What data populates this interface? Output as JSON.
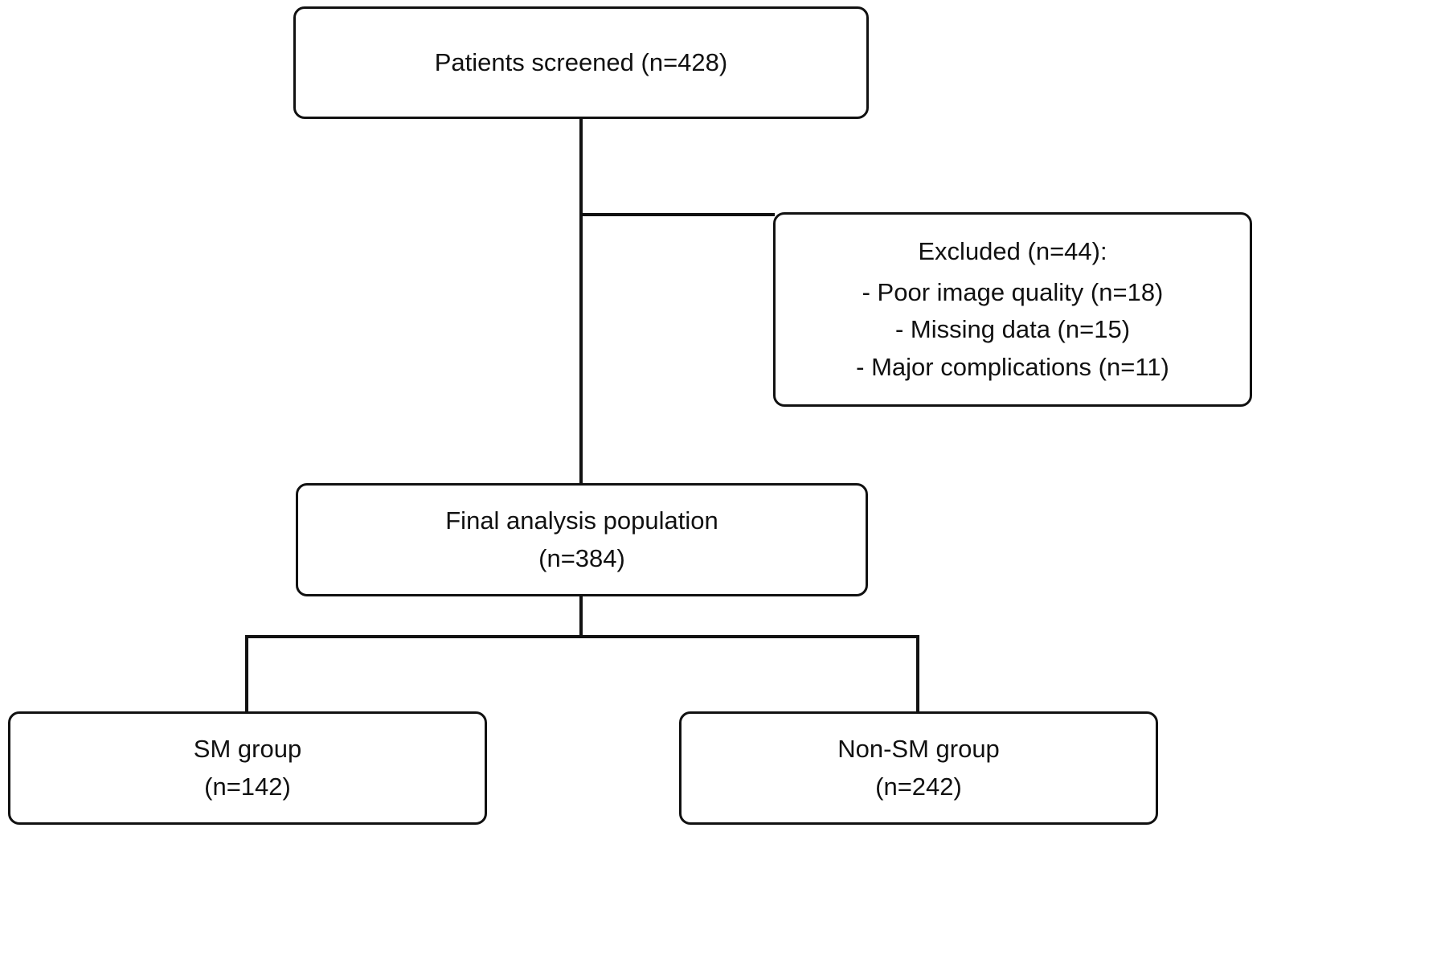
{
  "diagram": {
    "screened": {
      "label": "Patients screened (n=428)"
    },
    "excluded": {
      "title": "Excluded (n=44):",
      "items": [
        "- Poor image quality (n=18)",
        "- Missing data (n=15)",
        "- Major complications (n=11)"
      ]
    },
    "final": {
      "line1": "Final analysis population",
      "line2": "(n=384)"
    },
    "sm_group": {
      "line1": "SM group",
      "line2": "(n=142)"
    },
    "non_sm_group": {
      "line1": "Non-SM group",
      "line2": "(n=242)"
    }
  },
  "colors": {
    "border": "#111111",
    "background": "#ffffff",
    "text": "#111111"
  }
}
